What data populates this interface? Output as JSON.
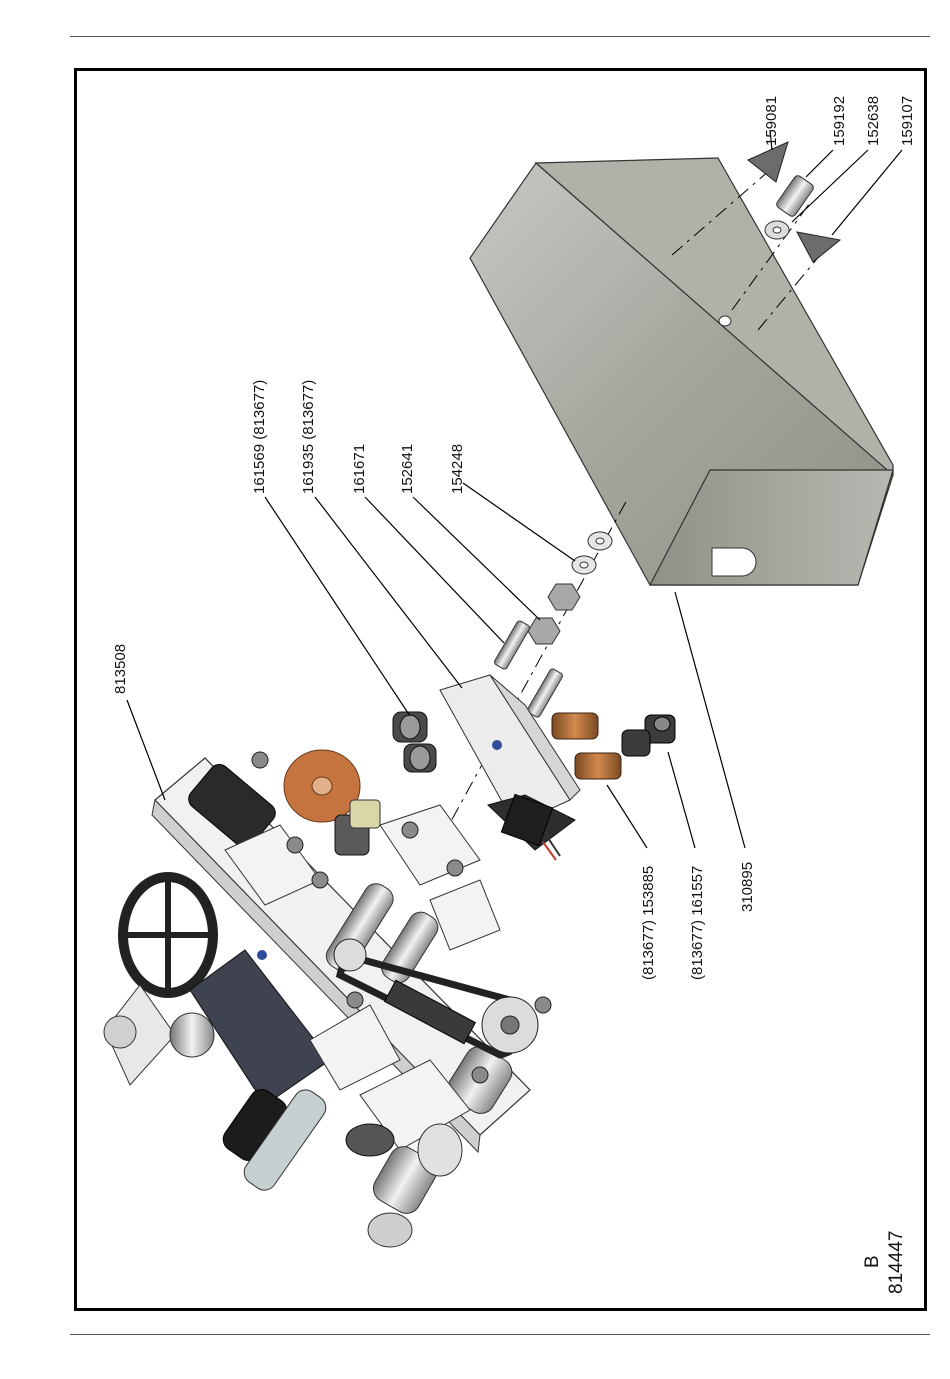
{
  "drawing": {
    "view_letter": "B",
    "drawing_number": "814447"
  },
  "callouts": {
    "c813508": "813508",
    "c161569": "161569 (813677)",
    "c161935": "161935 (813677)",
    "c161671": "161671",
    "c152641": "152641",
    "c154248": "154248",
    "c159081": "159081",
    "c159192": "159192",
    "c152638": "152638",
    "c159107": "159107",
    "c153885": "(813677) 153885",
    "c161557": "(813677) 161557",
    "c310895": "310895"
  },
  "colors": {
    "cover": "#9fa199",
    "metal": "#e9e9e9",
    "brass": "#b86f38",
    "dark": "#2b2b2b",
    "orange": "#c97a45"
  }
}
